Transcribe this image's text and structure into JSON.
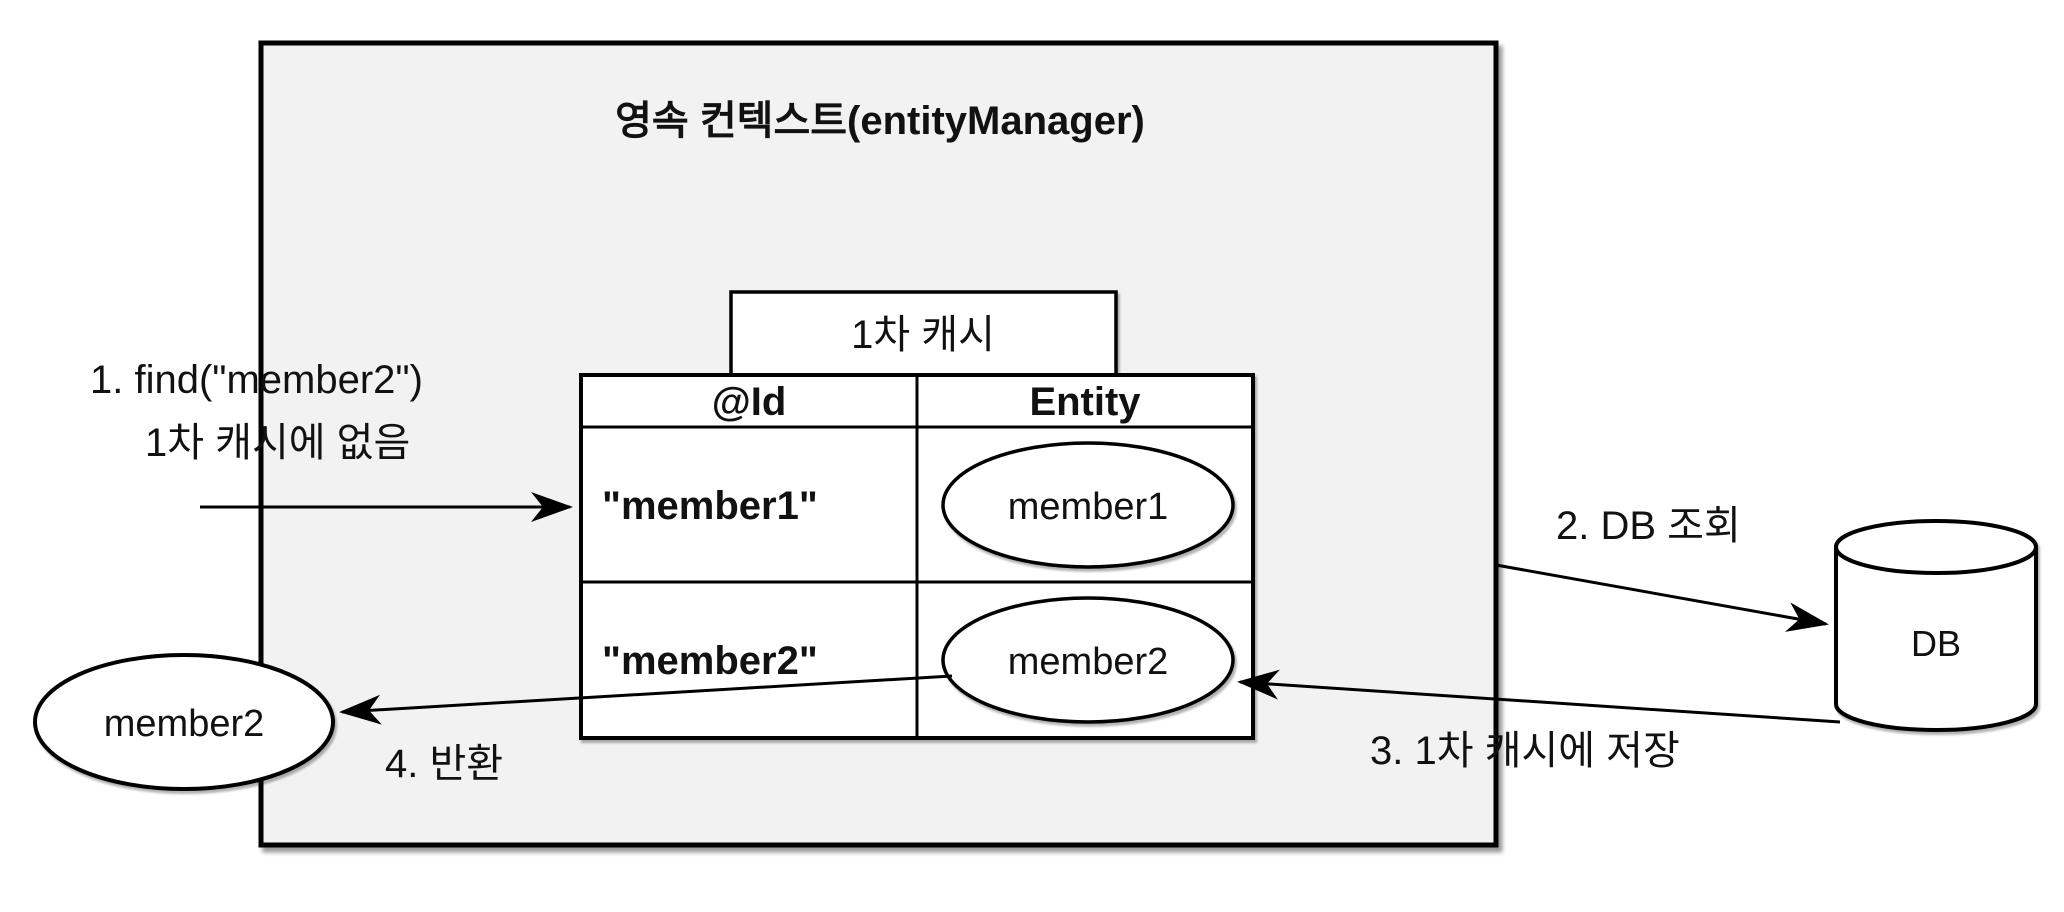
{
  "diagram": {
    "container": {
      "title": "영속 컨텍스트(entityManager)"
    },
    "cache_label": "1차 캐시",
    "table": {
      "headers": [
        "@Id",
        "Entity"
      ],
      "rows": [
        {
          "id": "\"member1\"",
          "entity": "member1"
        },
        {
          "id": "\"member2\"",
          "entity": "member2"
        }
      ]
    },
    "annotations": {
      "step1_line1": "1. find(\"member2\")",
      "step1_line2": "1차 캐시에 없음",
      "step2": "2. DB 조회",
      "step3": "3. 1차 캐시에 저장",
      "step4": "4. 반환"
    },
    "db_label": "DB",
    "result_entity": "member2",
    "colors": {
      "box_fill": "#f2f2f2",
      "shape_fill": "#ffffff",
      "stroke": "#000000",
      "background": "#ffffff"
    }
  }
}
